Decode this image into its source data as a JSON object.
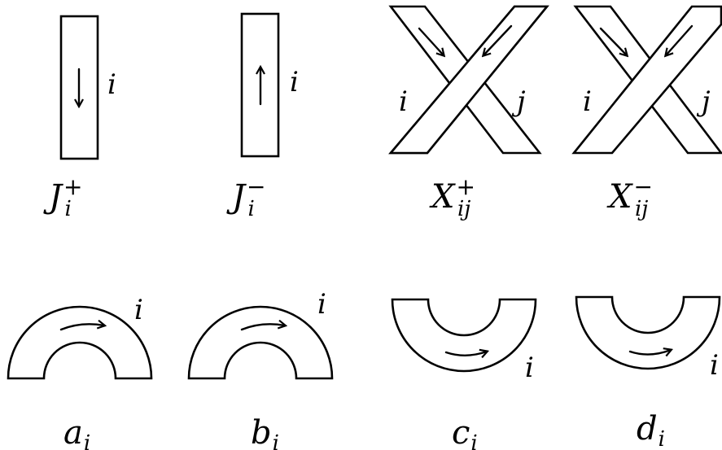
{
  "tiles": [
    {
      "id": "J_plus",
      "strand_label": "i",
      "name_main": "J",
      "name_sub": "i",
      "name_sup": "+"
    },
    {
      "id": "J_minus",
      "strand_label": "i",
      "name_main": "J",
      "name_sub": "i",
      "name_sup": "−"
    },
    {
      "id": "X_plus",
      "strand_label_left": "i",
      "strand_label_right": "j",
      "name_main": "X",
      "name_sub": "ij",
      "name_sup": "+"
    },
    {
      "id": "X_minus",
      "strand_label_left": "i",
      "strand_label_right": "j",
      "name_main": "X",
      "name_sub": "ij",
      "name_sup": "−"
    },
    {
      "id": "a",
      "strand_label": "i",
      "name_main": "a",
      "name_sub": "i"
    },
    {
      "id": "b",
      "strand_label": "i",
      "name_main": "b",
      "name_sub": "i"
    },
    {
      "id": "c",
      "strand_label": "i",
      "name_main": "c",
      "name_sub": "i"
    },
    {
      "id": "d",
      "strand_label": "i",
      "name_main": "d",
      "name_sub": "i"
    }
  ]
}
